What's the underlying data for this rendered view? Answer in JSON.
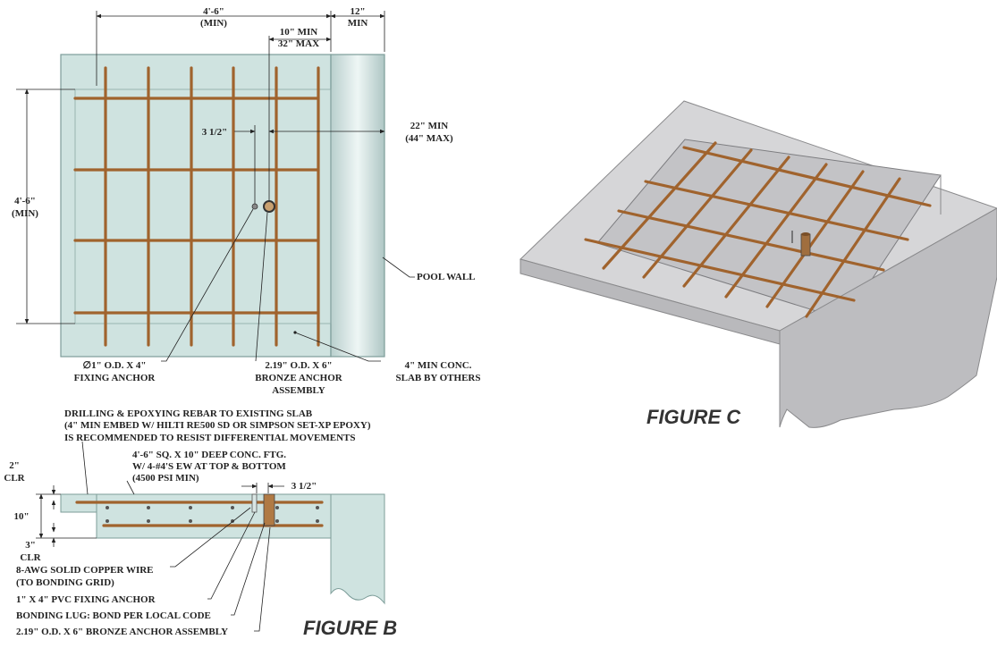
{
  "plan": {
    "dim_width": "4'-6\"",
    "dim_width_min": "(MIN)",
    "dim_wall": "12\"",
    "dim_wall_min": "MIN",
    "dim_offset_min": "10\" MIN",
    "dim_offset_max": "32\" MAX",
    "dim_anchor_gap": "3 1/2\"",
    "dim_pool_min": "22\" MIN",
    "dim_pool_max": "(44\" MAX)",
    "dim_height": "4'-6\"",
    "dim_height_min": "(MIN)",
    "pool_wall": "POOL WALL",
    "fixing_anchor_line1": "∅1\" O.D. X 4\"",
    "fixing_anchor_line2": "FIXING ANCHOR",
    "bronze_line1": "2.19\" O.D. X 6\"",
    "bronze_line2": "BRONZE ANCHOR",
    "bronze_line3": "ASSEMBLY",
    "slab_line1": "4\" MIN CONC.",
    "slab_line2": "SLAB BY OTHERS"
  },
  "section": {
    "note_line1": "DRILLING & EPOXYING REBAR TO EXISTING SLAB",
    "note_line2": "(4\" MIN EMBED W/ HILTI RE500 SD OR SIMPSON SET-XP EPOXY)",
    "note_line3": "IS RECOMMENDED TO RESIST DIFFERENTIAL MOVEMENTS",
    "ftg_line1": "4'-6\" SQ. X 10\" DEEP CONC. FTG.",
    "ftg_line2": "W/ 4-#4'S EW AT TOP & BOTTOM",
    "ftg_line3": "(4500 PSI MIN)",
    "dim_gap": "3 1/2\"",
    "clr_top": "2\"",
    "clr_top_label": "CLR",
    "depth": "10\"",
    "clr_bottom": "3\"",
    "clr_bottom_label": "CLR",
    "wire_line1": "8-AWG SOLID COPPER WIRE",
    "wire_line2": "(TO BONDING GRID)",
    "pvc_anchor": "1\" X 4\" PVC FIXING ANCHOR",
    "bonding_lug": "BONDING LUG: BOND PER LOCAL CODE",
    "bronze_assembly": "2.19\" O.D. X 6\" BRONZE ANCHOR ASSEMBLY"
  },
  "figures": {
    "figure_b": "FIGURE B",
    "figure_c": "FIGURE C"
  },
  "colors": {
    "concrete": "#cfe3e0",
    "rebar": "#a0632d",
    "iso_slab": "#c9c9cb"
  }
}
